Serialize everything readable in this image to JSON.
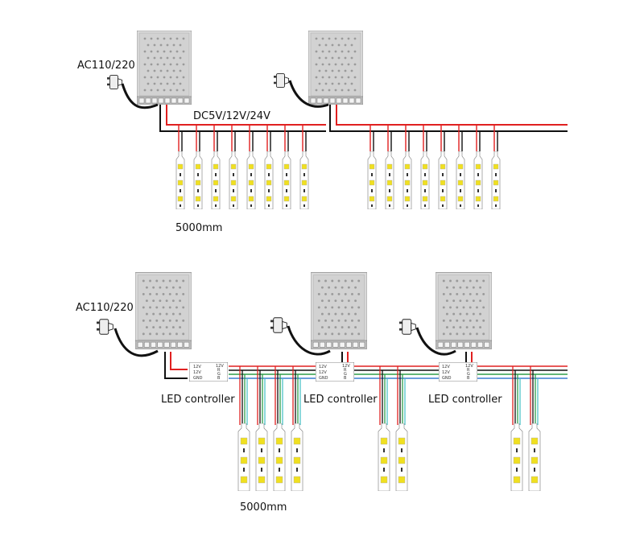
{
  "top": {
    "input_label": "AC110/220",
    "voltage_label": "DC5V/12V/24V",
    "length_label": "5000mm"
  },
  "bottom": {
    "input_label": "AC110/220",
    "controller_label_1": "LED controller",
    "controller_label_2": "LED controller",
    "controller_label_3": "LED controller",
    "length_label": "5000mm"
  },
  "controller_terminals": {
    "in_top": "12V",
    "in_mid": "12V",
    "in_bottom": "GND",
    "out": [
      "12V",
      "R",
      "G",
      "B"
    ]
  },
  "colors": {
    "wire_red": "#e02020",
    "wire_black": "#111111",
    "wire_green": "#2e9e4a",
    "wire_blue": "#3a7fd0",
    "wire_cyan": "#4fc3c8",
    "psu_body": "#d8d8d8",
    "led_yellow": "#f0e020"
  }
}
